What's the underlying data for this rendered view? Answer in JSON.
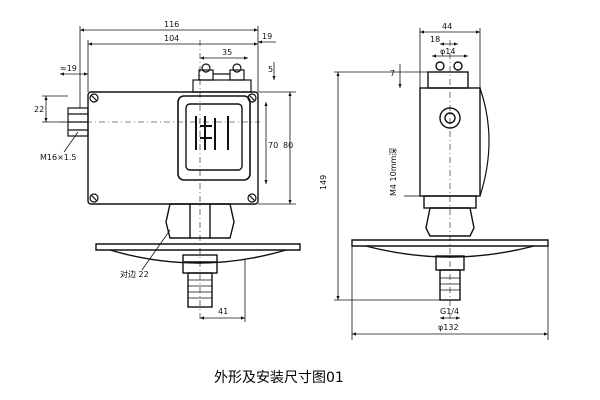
{
  "caption": "外形及安装尺寸图01",
  "front_view": {
    "dims": {
      "width_total": "116",
      "width_body": "104",
      "offset_35": "35",
      "offset_19": "19",
      "top_5": "5",
      "left_19": "≈19",
      "left_22": "22",
      "thread": "M16×1.5",
      "height_70": "70",
      "height_80": "80",
      "bottom_41": "41",
      "hex_note": "对边 22",
      "small_5": "5"
    }
  },
  "side_view": {
    "dims": {
      "width_44": "44",
      "w18": "18",
      "dia_14": "φ14",
      "height_149": "149",
      "screw": "M4 10mm深",
      "small_7": "7",
      "pipe": "G1/4",
      "dia_132": "φ132"
    }
  }
}
